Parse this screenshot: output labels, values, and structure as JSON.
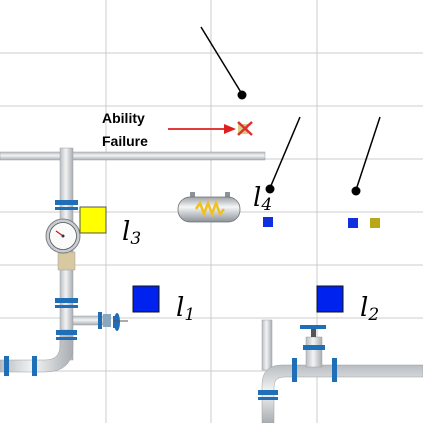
{
  "annotation": {
    "text_line1": "Ability",
    "text_line2": "Failure",
    "arrow_color": "#e02020",
    "cross_color": "#e03030"
  },
  "labels": {
    "l1": "l",
    "l1_sub": "1",
    "l2": "l",
    "l2_sub": "2",
    "l3": "l",
    "l3_sub": "3",
    "l4": "l",
    "l4_sub": "4"
  },
  "colors": {
    "grid": "#cccccc",
    "pipe": "#dcdfe2",
    "flange": "#1f6fb8",
    "small_square_blue": "#1030e0",
    "small_square_olive": "#b8a818",
    "l3_square": "#ffff00",
    "l1_l2_square": "#0022ee"
  },
  "icons": [
    "pressure-gauge-icon",
    "hand-valve-icon",
    "heat-exchanger-icon",
    "elbow-valve-icon"
  ]
}
